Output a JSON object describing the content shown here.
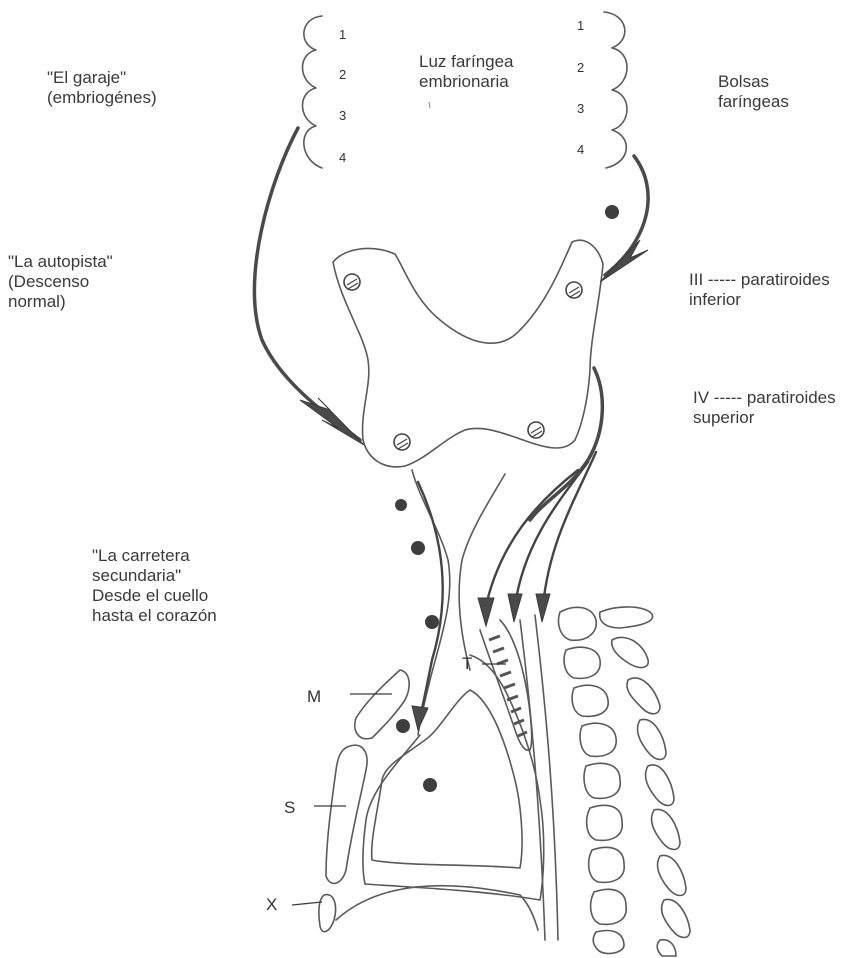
{
  "labels": {
    "garage": "\"El garaje\"\n(embriogénes)",
    "lumen": "Luz faríngea\nembrionaria",
    "pouches": "Bolsas\nfaríngeas",
    "highway": "\"La autopista\"\n(Descenso\nnormal)",
    "iii": "III ----- paratiroides\ninferior",
    "iv": "IV ----- paratiroides\nsuperior",
    "secondary": "\"La carretera\nsecundaria\"\nDesde el cuello\nhasta el corazón"
  },
  "left_numbers": [
    "1",
    "2",
    "3",
    "4"
  ],
  "right_numbers": [
    "1",
    "2",
    "3",
    "4"
  ],
  "markers": {
    "t": "T",
    "m": "M",
    "s": "S",
    "x": "X"
  }
}
